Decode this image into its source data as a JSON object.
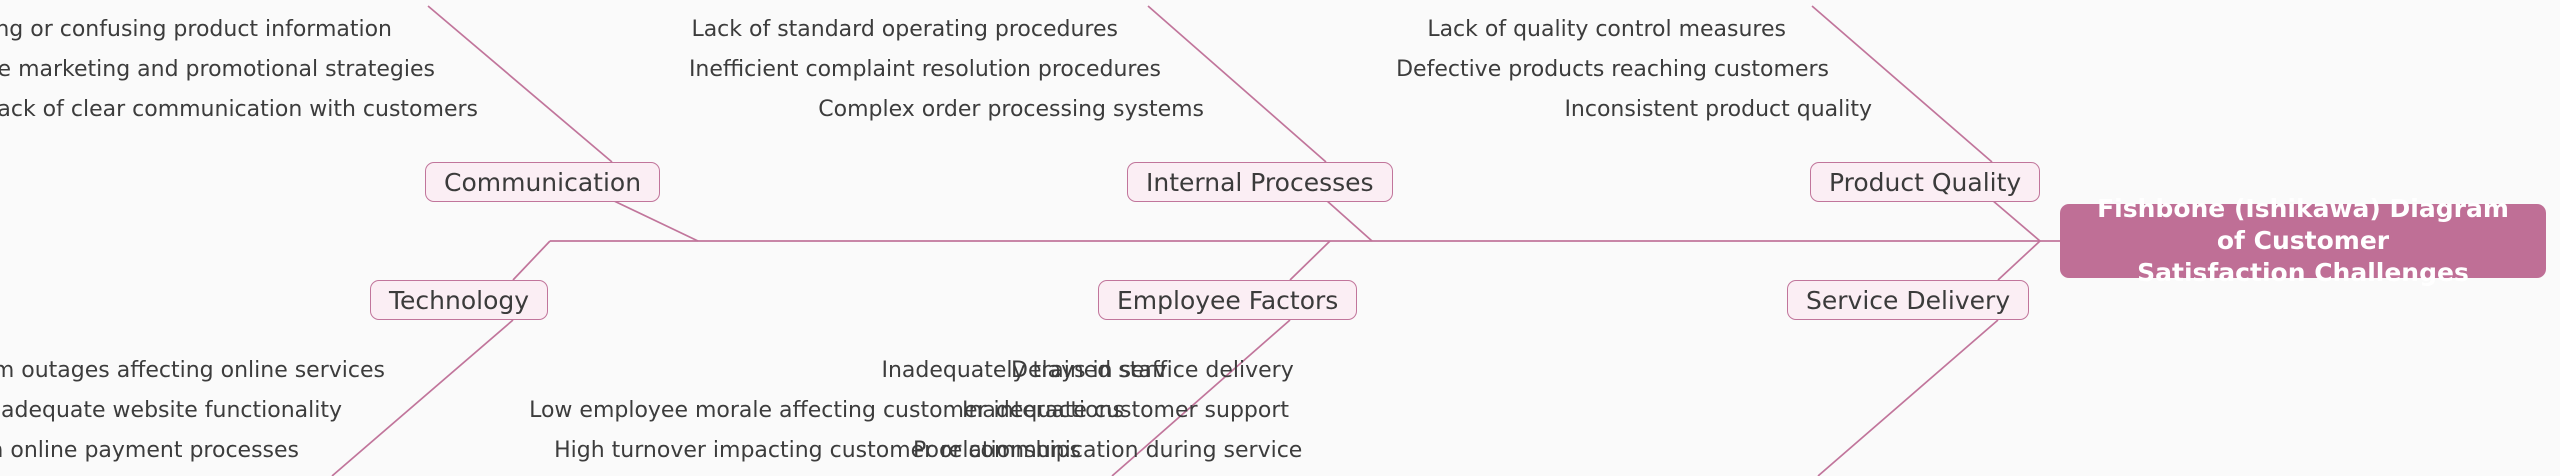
{
  "diagram": {
    "type": "fishbone",
    "title": "Fishbone (Ishikawa) Diagram of Customer Satisfaction Challenges",
    "title_line1": "Fishbone (Ishikawa) Diagram of Customer",
    "title_line2": "Satisfaction Challenges",
    "background_color": "#fafafa",
    "spine_color": "#c1759b",
    "category_fill": "#fbeef4",
    "category_border": "#c1759b",
    "head_fill": "#bf6f96",
    "head_text_color": "#ffffff",
    "cause_text_color": "#3c3c3c"
  },
  "categories": [
    {
      "id": "communication",
      "label": "Communication",
      "side": "top",
      "causes": [
        "Misleading or confusing product information",
        "Ineffective marketing and promotional strategies",
        "Lack of clear communication with customers"
      ]
    },
    {
      "id": "internal-processes",
      "label": "Internal Processes",
      "side": "top",
      "causes": [
        "Lack of standard operating procedures",
        "Inefficient complaint resolution procedures",
        "Complex order processing systems"
      ]
    },
    {
      "id": "product-quality",
      "label": "Product Quality",
      "side": "top",
      "causes": [
        "Lack of quality control measures",
        "Defective products reaching customers",
        "Inconsistent product quality"
      ]
    },
    {
      "id": "technology",
      "label": "Technology",
      "side": "bottom",
      "causes": [
        "System outages affecting online services",
        "Inadequate website functionality",
        "Issues with online payment processes"
      ]
    },
    {
      "id": "employee-factors",
      "label": "Employee Factors",
      "side": "bottom",
      "causes": [
        "Inadequately trained staff",
        "Low employee morale affecting customer interactions",
        "High turnover impacting customer relationships"
      ]
    },
    {
      "id": "service-delivery",
      "label": "Service Delivery",
      "side": "bottom",
      "causes": [
        "Delays in service delivery",
        "Inadequate customer support",
        "Poor communication during service"
      ]
    }
  ]
}
